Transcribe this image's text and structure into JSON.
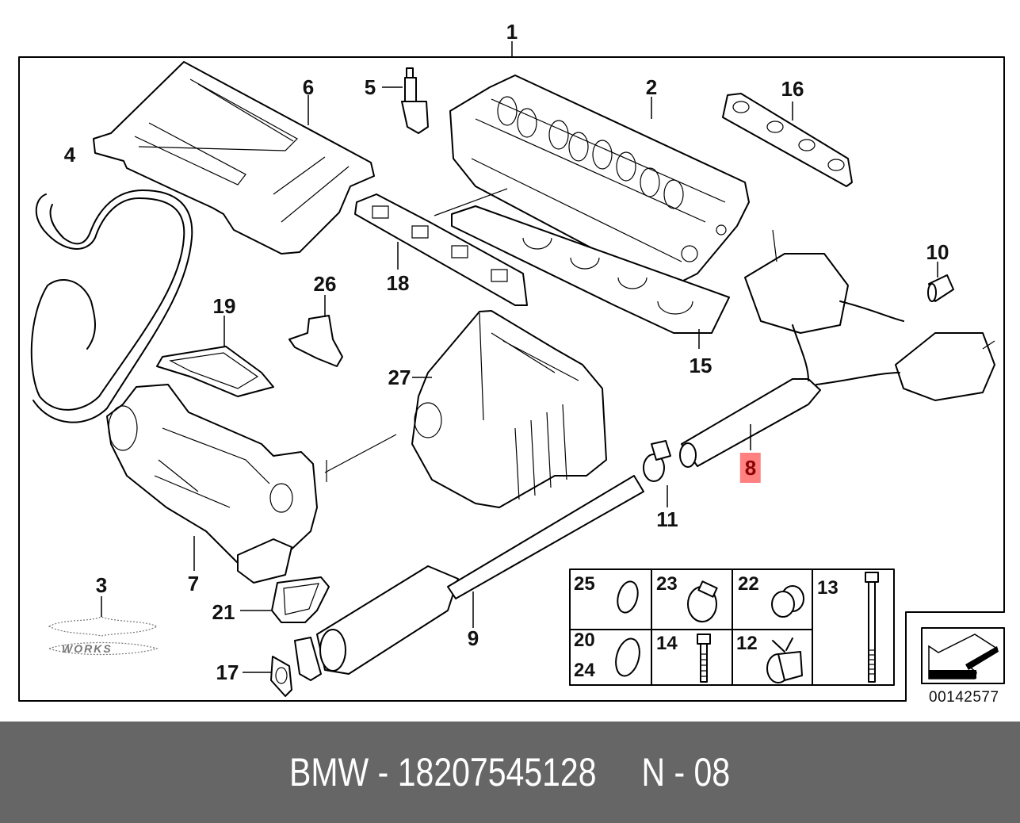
{
  "diagram": {
    "title_callout": "1",
    "diagram_number": "00142577",
    "highlight_color": "#ff8080",
    "highlight_text_color": "#8b0000",
    "callouts": [
      {
        "id": "1",
        "part": "engine-assembly-frame"
      },
      {
        "id": "2",
        "part": "cylinder-head"
      },
      {
        "id": "3",
        "part": "works-badge"
      },
      {
        "id": "4",
        "part": "ribbed-v-belt"
      },
      {
        "id": "5",
        "part": "spark-plug"
      },
      {
        "id": "6",
        "part": "engine-cover"
      },
      {
        "id": "7",
        "part": "supercharger"
      },
      {
        "id": "8",
        "part": "exhaust-pipe",
        "highlighted": true
      },
      {
        "id": "9",
        "part": "front-muffler-pipe"
      },
      {
        "id": "10",
        "part": "tail-pipe-sleeve"
      },
      {
        "id": "11",
        "part": "pipe-clamp"
      },
      {
        "id": "15",
        "part": "cylinder-head-gasket"
      },
      {
        "id": "16",
        "part": "exhaust-manifold-gasket"
      },
      {
        "id": "17",
        "part": "flange-gasket"
      },
      {
        "id": "18",
        "part": "intake-manifold-gasket"
      },
      {
        "id": "19",
        "part": "supercharger-gasket"
      },
      {
        "id": "21",
        "part": "intercooler-seal"
      },
      {
        "id": "26",
        "part": "fuel-injector"
      },
      {
        "id": "27",
        "part": "intercooler-air-box"
      }
    ],
    "kit_cells": [
      {
        "labels": [
          "25"
        ],
        "part": "o-ring"
      },
      {
        "labels": [
          "23"
        ],
        "part": "hose-clamp"
      },
      {
        "labels": [
          "22"
        ],
        "part": "screw-plug"
      },
      {
        "labels": [
          "13"
        ],
        "part": "long-bolt"
      },
      {
        "labels": [
          "20",
          "24"
        ],
        "part": "seal-ring"
      },
      {
        "labels": [
          "14"
        ],
        "part": "hex-bolt"
      },
      {
        "labels": [
          "12"
        ],
        "part": "spring-clamp"
      }
    ],
    "badge_text": "WORKS"
  },
  "footer": {
    "brand": "BMW",
    "separator": "-",
    "part_number": "18207545128",
    "group": "N - 08",
    "background": "#666666",
    "text_color": "#ffffff"
  }
}
